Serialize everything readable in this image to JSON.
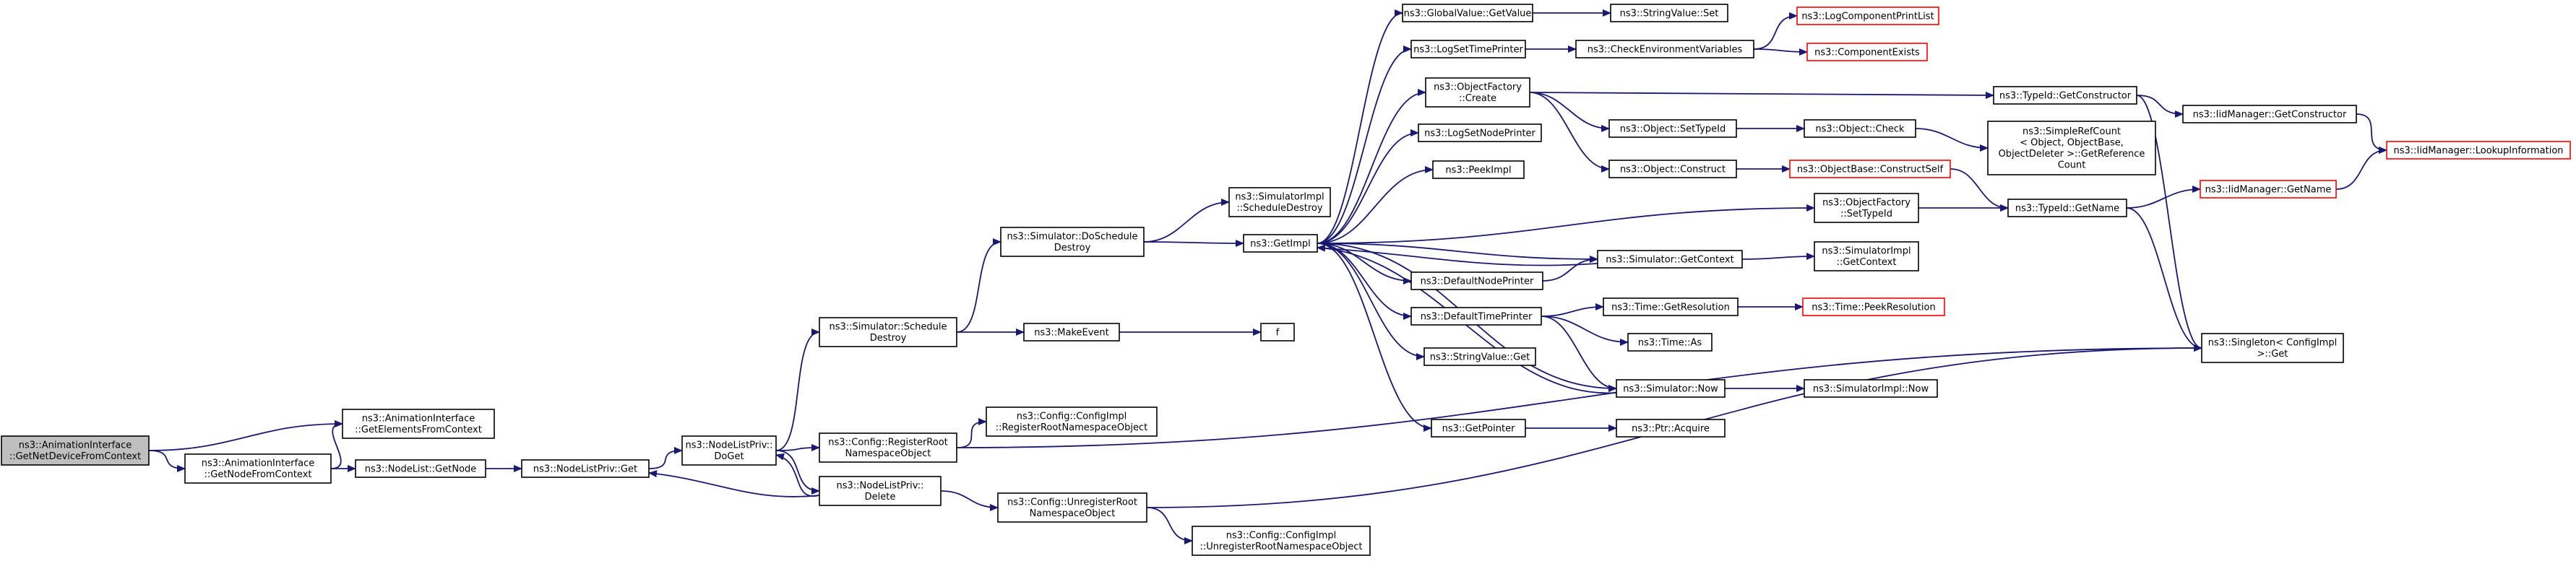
{
  "diagram": {
    "nodes": [
      {
        "id": "root",
        "lines": [
          "ns3::AnimationInterface",
          "::GetNetDeviceFromContext"
        ],
        "style": "root"
      },
      {
        "id": "getElements",
        "lines": [
          "ns3::AnimationInterface",
          "::GetElementsFromContext"
        ],
        "style": "normal"
      },
      {
        "id": "getNodeFromContext",
        "lines": [
          "ns3::AnimationInterface",
          "::GetNodeFromContext"
        ],
        "style": "normal"
      },
      {
        "id": "nodeListGetNode",
        "lines": [
          "ns3::NodeList::GetNode"
        ],
        "style": "normal"
      },
      {
        "id": "nodeListPrivGet",
        "lines": [
          "ns3::NodeListPriv::Get"
        ],
        "style": "normal"
      },
      {
        "id": "nodeListPrivDoGet",
        "lines": [
          "ns3::NodeListPriv::",
          "DoGet"
        ],
        "style": "normal"
      },
      {
        "id": "scheduleDestroy",
        "lines": [
          "ns3::Simulator::Schedule",
          "Destroy"
        ],
        "style": "normal"
      },
      {
        "id": "registerRoot",
        "lines": [
          "ns3::Config::RegisterRoot",
          "NamespaceObject"
        ],
        "style": "normal"
      },
      {
        "id": "nodeListPrivDelete",
        "lines": [
          "ns3::NodeListPriv::",
          "Delete"
        ],
        "style": "normal"
      },
      {
        "id": "configImplRegister",
        "lines": [
          "ns3::Config::ConfigImpl",
          "::RegisterRootNamespaceObject"
        ],
        "style": "normal"
      },
      {
        "id": "unregisterRoot",
        "lines": [
          "ns3::Config::UnregisterRoot",
          "NamespaceObject"
        ],
        "style": "normal"
      },
      {
        "id": "configImplUnregister",
        "lines": [
          "ns3::Config::ConfigImpl",
          "::UnregisterRootNamespaceObject"
        ],
        "style": "normal"
      },
      {
        "id": "doScheduleDestroy",
        "lines": [
          "ns3::Simulator::DoSchedule",
          "Destroy"
        ],
        "style": "normal"
      },
      {
        "id": "makeEvent",
        "lines": [
          "ns3::MakeEvent"
        ],
        "style": "normal"
      },
      {
        "id": "f",
        "lines": [
          "f"
        ],
        "style": "normal"
      },
      {
        "id": "simImplScheduleDestroy",
        "lines": [
          "ns3::SimulatorImpl",
          "::ScheduleDestroy"
        ],
        "style": "normal"
      },
      {
        "id": "getImpl",
        "lines": [
          "ns3::GetImpl"
        ],
        "style": "normal"
      },
      {
        "id": "globalValueGetValue",
        "lines": [
          "ns3::GlobalValue::GetValue"
        ],
        "style": "normal"
      },
      {
        "id": "stringValueSet",
        "lines": [
          "ns3::StringValue::Set"
        ],
        "style": "normal"
      },
      {
        "id": "logSetTimePrinter",
        "lines": [
          "ns3::LogSetTimePrinter"
        ],
        "style": "normal"
      },
      {
        "id": "checkEnvVars",
        "lines": [
          "ns3::CheckEnvironmentVariables"
        ],
        "style": "normal"
      },
      {
        "id": "logComponentPrintList",
        "lines": [
          "ns3::LogComponentPrintList"
        ],
        "style": "red"
      },
      {
        "id": "componentExists",
        "lines": [
          "ns3::ComponentExists"
        ],
        "style": "red"
      },
      {
        "id": "objectFactoryCreate",
        "lines": [
          "ns3::ObjectFactory",
          "::Create"
        ],
        "style": "normal"
      },
      {
        "id": "typeIdGetConstructor",
        "lines": [
          "ns3::TypeId::GetConstructor"
        ],
        "style": "normal"
      },
      {
        "id": "iidGetConstructor",
        "lines": [
          "ns3::IidManager::GetConstructor"
        ],
        "style": "normal"
      },
      {
        "id": "iidLookupInformation",
        "lines": [
          "ns3::IidManager::LookupInformation"
        ],
        "style": "red"
      },
      {
        "id": "objectSetTypeId",
        "lines": [
          "ns3::Object::SetTypeId"
        ],
        "style": "normal"
      },
      {
        "id": "objectCheck",
        "lines": [
          "ns3::Object::Check"
        ],
        "style": "normal"
      },
      {
        "id": "simpleRefCount",
        "lines": [
          "ns3::SimpleRefCount",
          "< Object, ObjectBase,",
          "ObjectDeleter >::GetReference",
          "Count"
        ],
        "style": "normal"
      },
      {
        "id": "objectConstruct",
        "lines": [
          "ns3::Object::Construct"
        ],
        "style": "normal"
      },
      {
        "id": "objectBaseConstructSelf",
        "lines": [
          "ns3::ObjectBase::ConstructSelf"
        ],
        "style": "red"
      },
      {
        "id": "logSetNodePrinter",
        "lines": [
          "ns3::LogSetNodePrinter"
        ],
        "style": "normal"
      },
      {
        "id": "peekImpl",
        "lines": [
          "ns3::PeekImpl"
        ],
        "style": "normal"
      },
      {
        "id": "objectFactorySetTypeId",
        "lines": [
          "ns3::ObjectFactory",
          "::SetTypeId"
        ],
        "style": "normal"
      },
      {
        "id": "typeIdGetName",
        "lines": [
          "ns3::TypeId::GetName"
        ],
        "style": "normal"
      },
      {
        "id": "iidGetName",
        "lines": [
          "ns3::IidManager::GetName"
        ],
        "style": "red"
      },
      {
        "id": "defaultNodePrinter",
        "lines": [
          "ns3::DefaultNodePrinter"
        ],
        "style": "normal"
      },
      {
        "id": "simulatorGetContext",
        "lines": [
          "ns3::Simulator::GetContext"
        ],
        "style": "normal"
      },
      {
        "id": "simImplGetContext",
        "lines": [
          "ns3::SimulatorImpl",
          "::GetContext"
        ],
        "style": "normal"
      },
      {
        "id": "defaultTimePrinter",
        "lines": [
          "ns3::DefaultTimePrinter"
        ],
        "style": "normal"
      },
      {
        "id": "timeGetResolution",
        "lines": [
          "ns3::Time::GetResolution"
        ],
        "style": "normal"
      },
      {
        "id": "timePeekResolution",
        "lines": [
          "ns3::Time::PeekResolution"
        ],
        "style": "red"
      },
      {
        "id": "timeAs",
        "lines": [
          "ns3::Time::As"
        ],
        "style": "normal"
      },
      {
        "id": "singletonGet",
        "lines": [
          "ns3::Singleton< ConfigImpl",
          ">::Get"
        ],
        "style": "normal"
      },
      {
        "id": "stringValueGet",
        "lines": [
          "ns3::StringValue::Get"
        ],
        "style": "normal"
      },
      {
        "id": "simulatorNow",
        "lines": [
          "ns3::Simulator::Now"
        ],
        "style": "normal"
      },
      {
        "id": "simImplNow",
        "lines": [
          "ns3::SimulatorImpl::Now"
        ],
        "style": "normal"
      },
      {
        "id": "getPointer",
        "lines": [
          "ns3::GetPointer"
        ],
        "style": "normal"
      },
      {
        "id": "ptrAcquire",
        "lines": [
          "ns3::Ptr::Acquire"
        ],
        "style": "normal"
      }
    ],
    "edges": [
      [
        "root",
        "getElements"
      ],
      [
        "root",
        "getNodeFromContext"
      ],
      [
        "getNodeFromContext",
        "getElements"
      ],
      [
        "getNodeFromContext",
        "nodeListGetNode"
      ],
      [
        "nodeListGetNode",
        "nodeListPrivGet"
      ],
      [
        "nodeListPrivGet",
        "nodeListPrivDoGet"
      ],
      [
        "nodeListPrivDoGet",
        "scheduleDestroy"
      ],
      [
        "nodeListPrivDoGet",
        "registerRoot"
      ],
      [
        "nodeListPrivDoGet",
        "nodeListPrivDelete"
      ],
      [
        "nodeListPrivDelete",
        "nodeListPrivDoGet"
      ],
      [
        "nodeListPrivDelete",
        "nodeListPrivGet"
      ],
      [
        "nodeListPrivDelete",
        "unregisterRoot"
      ],
      [
        "registerRoot",
        "configImplRegister"
      ],
      [
        "registerRoot",
        "singletonGet"
      ],
      [
        "unregisterRoot",
        "configImplUnregister"
      ],
      [
        "unregisterRoot",
        "singletonGet"
      ],
      [
        "scheduleDestroy",
        "doScheduleDestroy"
      ],
      [
        "scheduleDestroy",
        "makeEvent"
      ],
      [
        "makeEvent",
        "f"
      ],
      [
        "doScheduleDestroy",
        "simImplScheduleDestroy"
      ],
      [
        "doScheduleDestroy",
        "getImpl"
      ],
      [
        "getImpl",
        "globalValueGetValue"
      ],
      [
        "getImpl",
        "logSetTimePrinter"
      ],
      [
        "getImpl",
        "objectFactoryCreate"
      ],
      [
        "getImpl",
        "logSetNodePrinter"
      ],
      [
        "getImpl",
        "peekImpl"
      ],
      [
        "getImpl",
        "objectFactorySetTypeId"
      ],
      [
        "getImpl",
        "defaultNodePrinter"
      ],
      [
        "getImpl",
        "simulatorGetContext"
      ],
      [
        "getImpl",
        "defaultTimePrinter"
      ],
      [
        "getImpl",
        "stringValueGet"
      ],
      [
        "getImpl",
        "simulatorNow"
      ],
      [
        "getImpl",
        "getPointer"
      ],
      [
        "globalValueGetValue",
        "stringValueSet"
      ],
      [
        "logSetTimePrinter",
        "checkEnvVars"
      ],
      [
        "checkEnvVars",
        "logComponentPrintList"
      ],
      [
        "checkEnvVars",
        "componentExists"
      ],
      [
        "objectFactoryCreate",
        "typeIdGetConstructor"
      ],
      [
        "objectFactoryCreate",
        "objectSetTypeId"
      ],
      [
        "objectFactoryCreate",
        "objectConstruct"
      ],
      [
        "typeIdGetConstructor",
        "iidGetConstructor"
      ],
      [
        "typeIdGetConstructor",
        "singletonGet"
      ],
      [
        "iidGetConstructor",
        "iidLookupInformation"
      ],
      [
        "objectSetTypeId",
        "objectCheck"
      ],
      [
        "objectCheck",
        "simpleRefCount"
      ],
      [
        "objectConstruct",
        "objectBaseConstructSelf"
      ],
      [
        "objectBaseConstructSelf",
        "typeIdGetName"
      ],
      [
        "objectFactorySetTypeId",
        "typeIdGetName"
      ],
      [
        "typeIdGetName",
        "iidGetName"
      ],
      [
        "typeIdGetName",
        "singletonGet"
      ],
      [
        "iidGetName",
        "iidLookupInformation"
      ],
      [
        "defaultNodePrinter",
        "simulatorGetContext"
      ],
      [
        "simulatorGetContext",
        "simImplGetContext"
      ],
      [
        "simulatorGetContext",
        "getImpl"
      ],
      [
        "defaultTimePrinter",
        "timeGetResolution"
      ],
      [
        "defaultTimePrinter",
        "timeAs"
      ],
      [
        "defaultTimePrinter",
        "simulatorNow"
      ],
      [
        "timeGetResolution",
        "timePeekResolution"
      ],
      [
        "simulatorNow",
        "simImplNow"
      ],
      [
        "simulatorNow",
        "getImpl"
      ],
      [
        "getPointer",
        "ptrAcquire"
      ]
    ],
    "colors": {
      "edge": "#191970",
      "node_border": "#000000",
      "root_fill": "#bfbfbf",
      "red_border": "#ff0000"
    }
  }
}
